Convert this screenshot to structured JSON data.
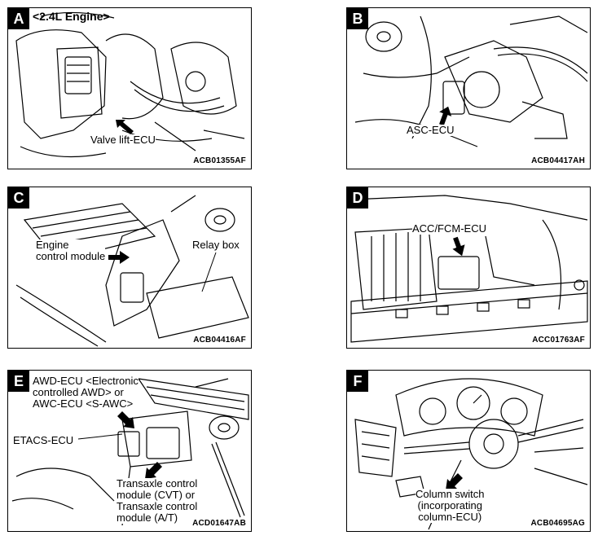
{
  "panels": {
    "a": {
      "letter": "A",
      "engine_tag": "<2.4L Engine>",
      "label": "Valve lift-ECU",
      "code": "ACB01355AF"
    },
    "b": {
      "letter": "B",
      "label": "ASC-ECU",
      "code": "ACB04417AH"
    },
    "c": {
      "letter": "C",
      "label_engine_line1": "Engine",
      "label_engine_line2": "control module",
      "label_relay": "Relay box",
      "code": "ACB04416AF"
    },
    "d": {
      "letter": "D",
      "label": "ACC/FCM-ECU",
      "code": "ACC01763AF"
    },
    "e": {
      "letter": "E",
      "label_awd_line1": "AWD-ECU <Electronic",
      "label_awd_line2": "controlled AWD> or",
      "label_awd_line3": "AWC-ECU <S-AWC>",
      "label_etacs": "ETACS-ECU",
      "label_trans_line1": "Transaxle control",
      "label_trans_line2": "module (CVT) or",
      "label_trans_line3": "Transaxle control",
      "label_trans_line4": "module (A/T)",
      "code": "ACD01647AB"
    },
    "f": {
      "letter": "F",
      "label_line1": "Column switch",
      "label_line2": "(incorporating",
      "label_line3": "column-ECU)",
      "code": "ACB04695AG"
    }
  }
}
